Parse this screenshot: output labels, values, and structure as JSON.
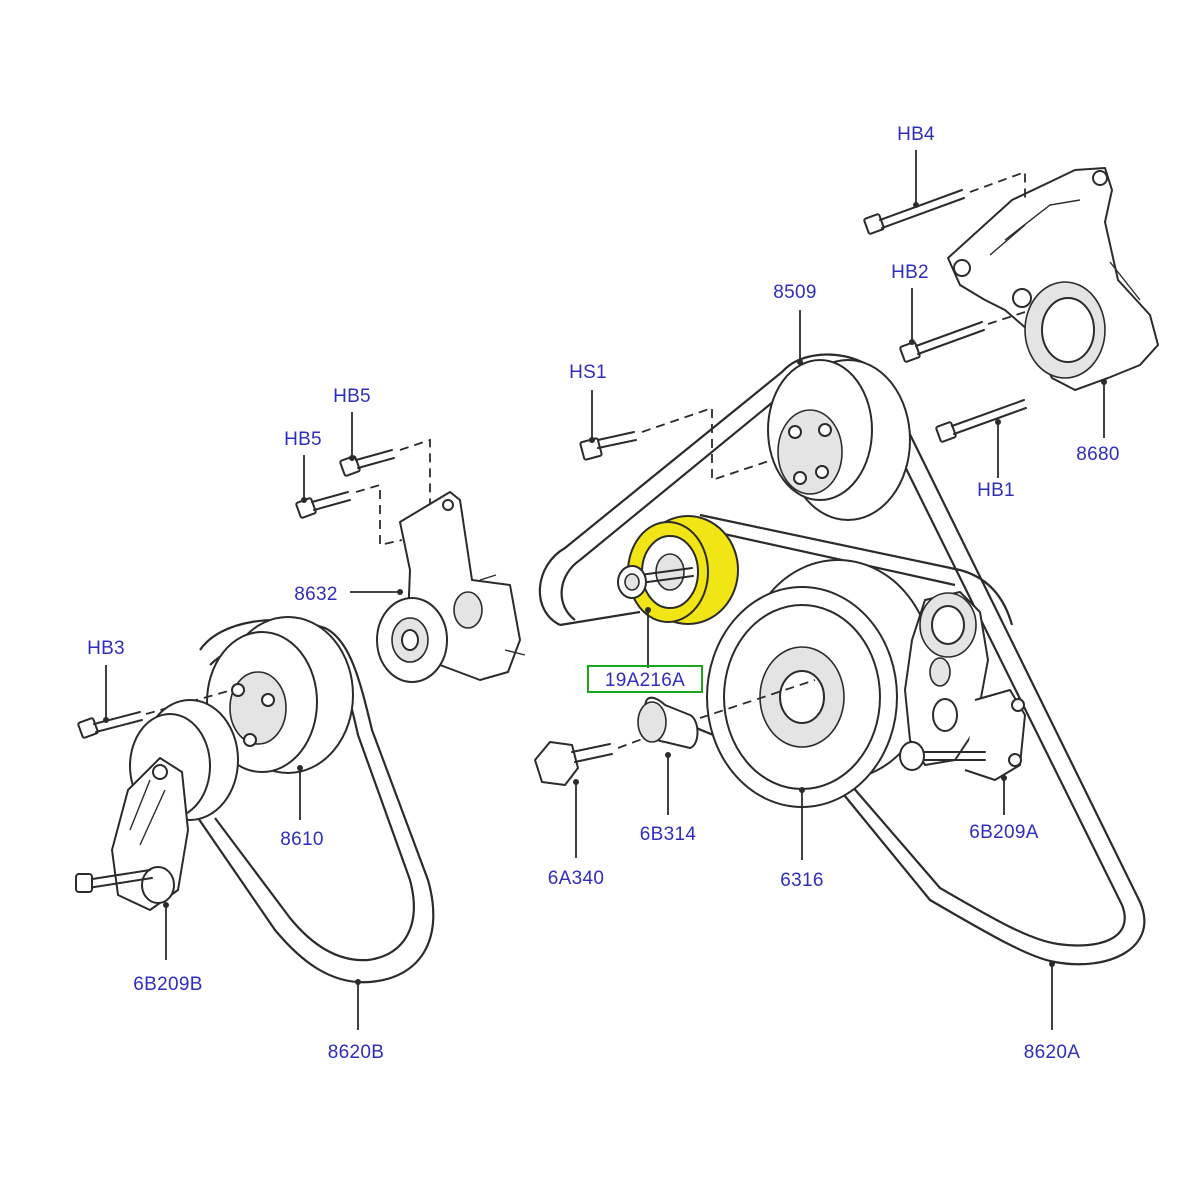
{
  "diagram": {
    "highlight_color": "#f2e516",
    "label_color": "#2e2ebd",
    "highlight_box_color": "#1aa81a",
    "labels": {
      "hb4": "HB4",
      "hb2": "HB2",
      "hb1": "HB1",
      "p8509": "8509",
      "p8680": "8680",
      "hs1": "HS1",
      "hb5a": "HB5",
      "hb5b": "HB5",
      "p8632": "8632",
      "hb3": "HB3",
      "p19a216a": "19A216A",
      "p8610": "8610",
      "p6b314": "6B314",
      "p6b209a": "6B209A",
      "p6a340": "6A340",
      "p6316": "6316",
      "p6b209b": "6B209B",
      "p8620b": "8620B",
      "p8620a": "8620A"
    }
  }
}
